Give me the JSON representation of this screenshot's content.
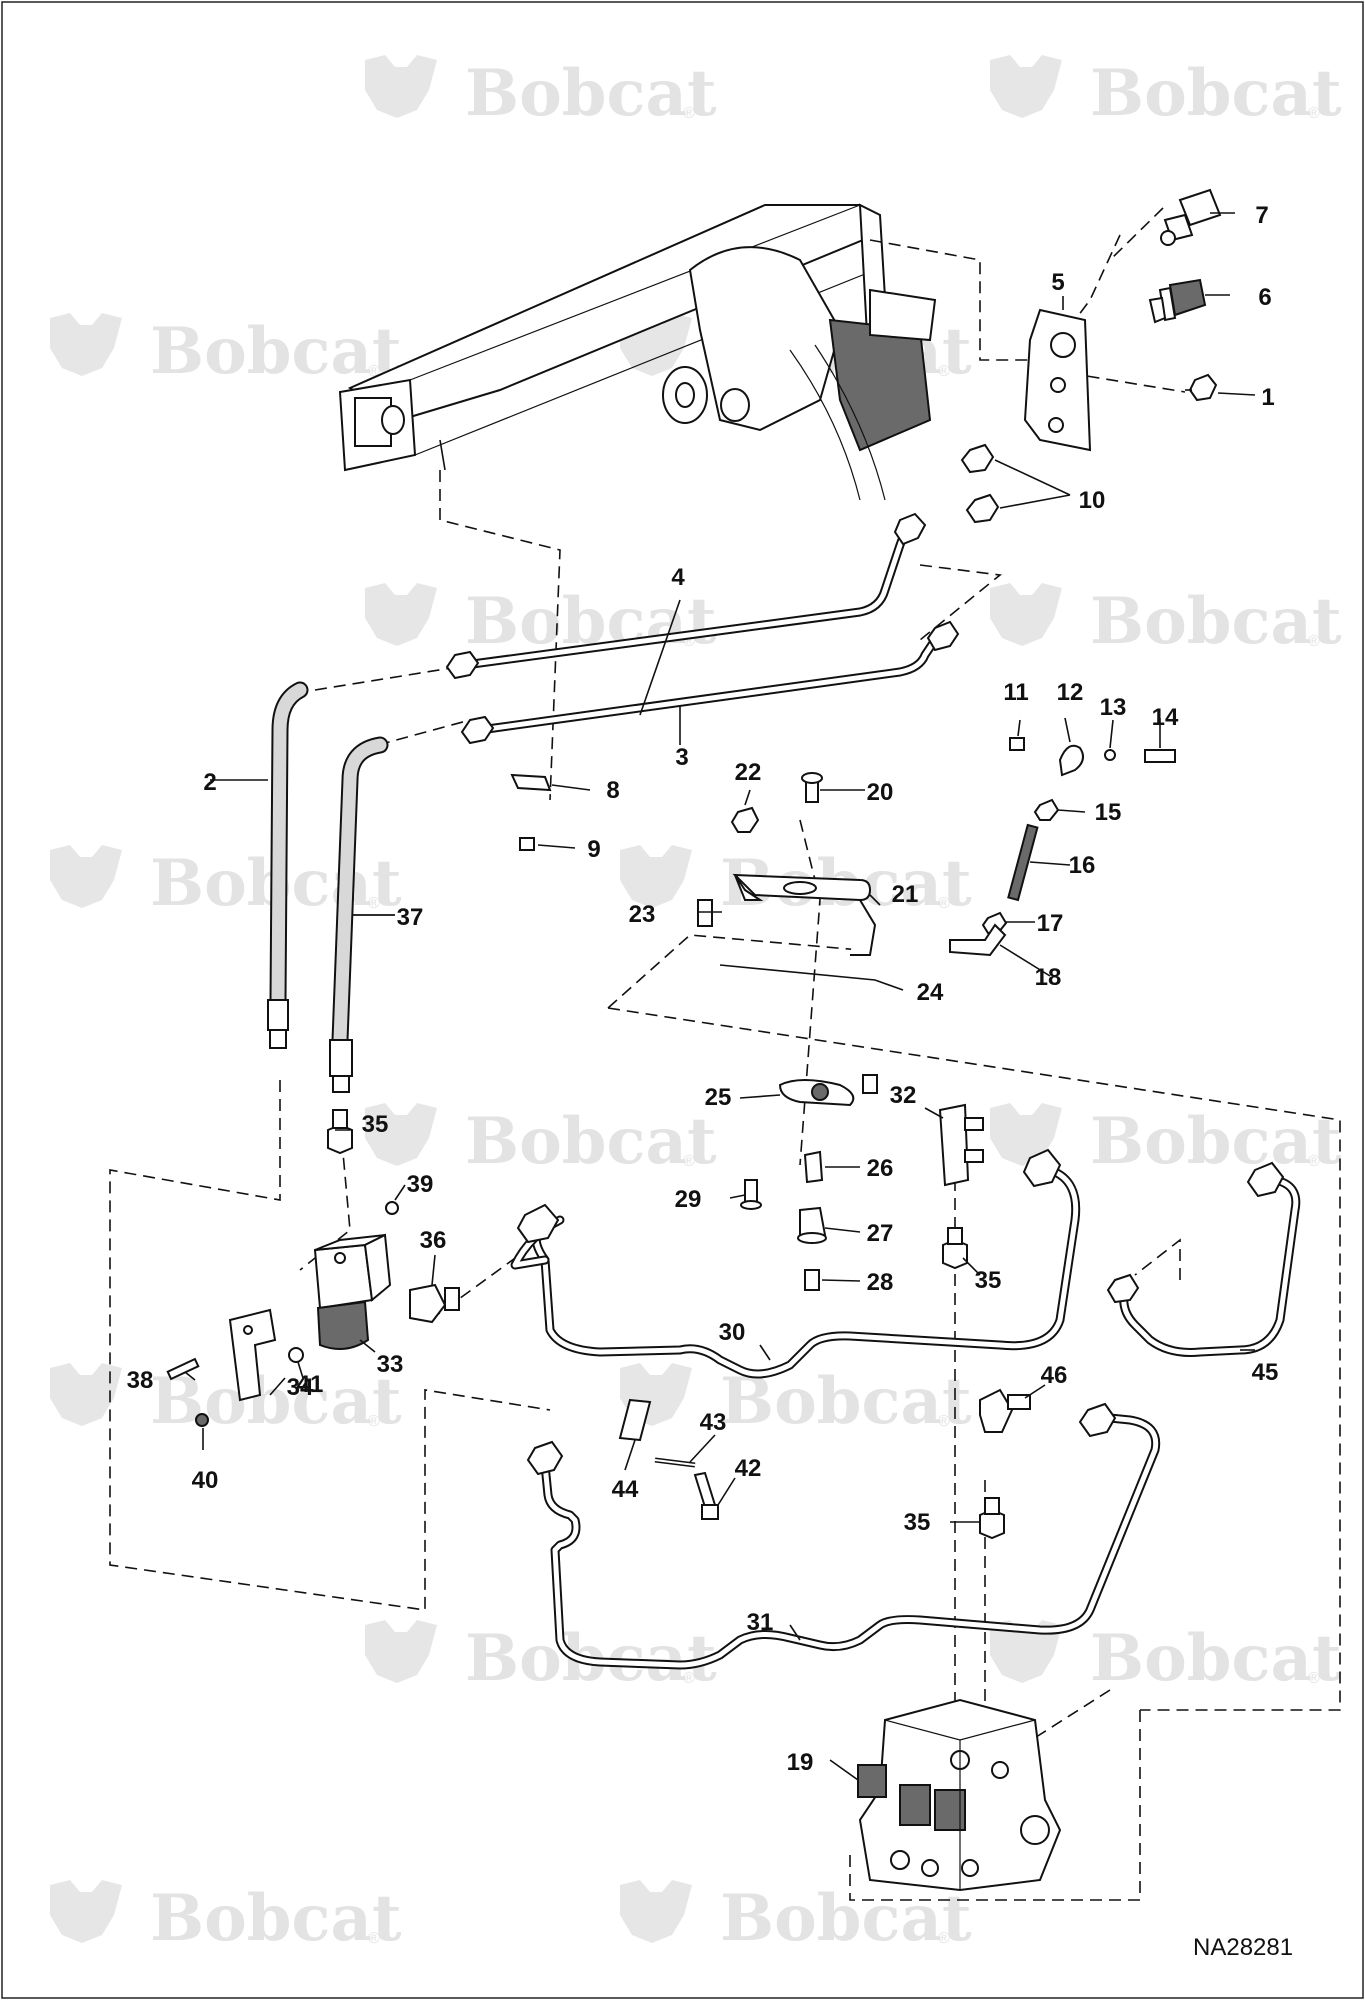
{
  "brand_watermark": "Bobcat",
  "drawing_code": "NA28281",
  "callouts": [
    {
      "text": "1"
    },
    {
      "text": "2"
    },
    {
      "text": "3"
    },
    {
      "text": "4"
    },
    {
      "text": "5"
    },
    {
      "text": "6"
    },
    {
      "text": "7"
    },
    {
      "text": "8"
    },
    {
      "text": "9"
    },
    {
      "text": "10"
    },
    {
      "text": "11"
    },
    {
      "text": "12"
    },
    {
      "text": "13"
    },
    {
      "text": "14"
    },
    {
      "text": "15"
    },
    {
      "text": "16"
    },
    {
      "text": "17"
    },
    {
      "text": "18"
    },
    {
      "text": "19"
    },
    {
      "text": "20"
    },
    {
      "text": "21"
    },
    {
      "text": "22"
    },
    {
      "text": "23"
    },
    {
      "text": "24"
    },
    {
      "text": "25"
    },
    {
      "text": "26"
    },
    {
      "text": "27"
    },
    {
      "text": "28"
    },
    {
      "text": "29"
    },
    {
      "text": "30"
    },
    {
      "text": "31"
    },
    {
      "text": "32"
    },
    {
      "text": "33"
    },
    {
      "text": "34"
    },
    {
      "text": "35"
    },
    {
      "text": "35"
    },
    {
      "text": "35"
    },
    {
      "text": "36"
    },
    {
      "text": "37"
    },
    {
      "text": "38"
    },
    {
      "text": "39"
    },
    {
      "text": "40"
    },
    {
      "text": "41"
    },
    {
      "text": "42"
    },
    {
      "text": "43"
    },
    {
      "text": "44"
    },
    {
      "text": "45"
    },
    {
      "text": "46"
    }
  ]
}
